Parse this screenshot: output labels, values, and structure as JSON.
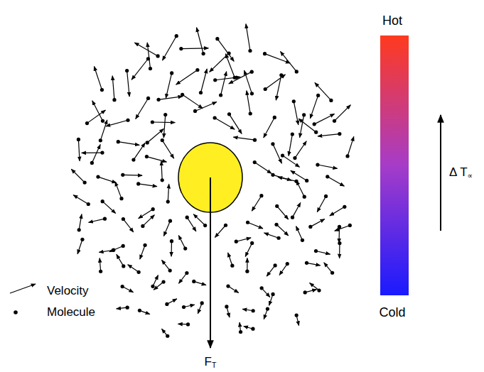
{
  "diagram": {
    "labels": [
      "Hot",
      "Cold",
      "Δ T∝",
      "FT"
    ],
    "legend": [
      {
        "text": "Velocity"
      },
      {
        "text": "Molecule"
      }
    ]
  }
}
